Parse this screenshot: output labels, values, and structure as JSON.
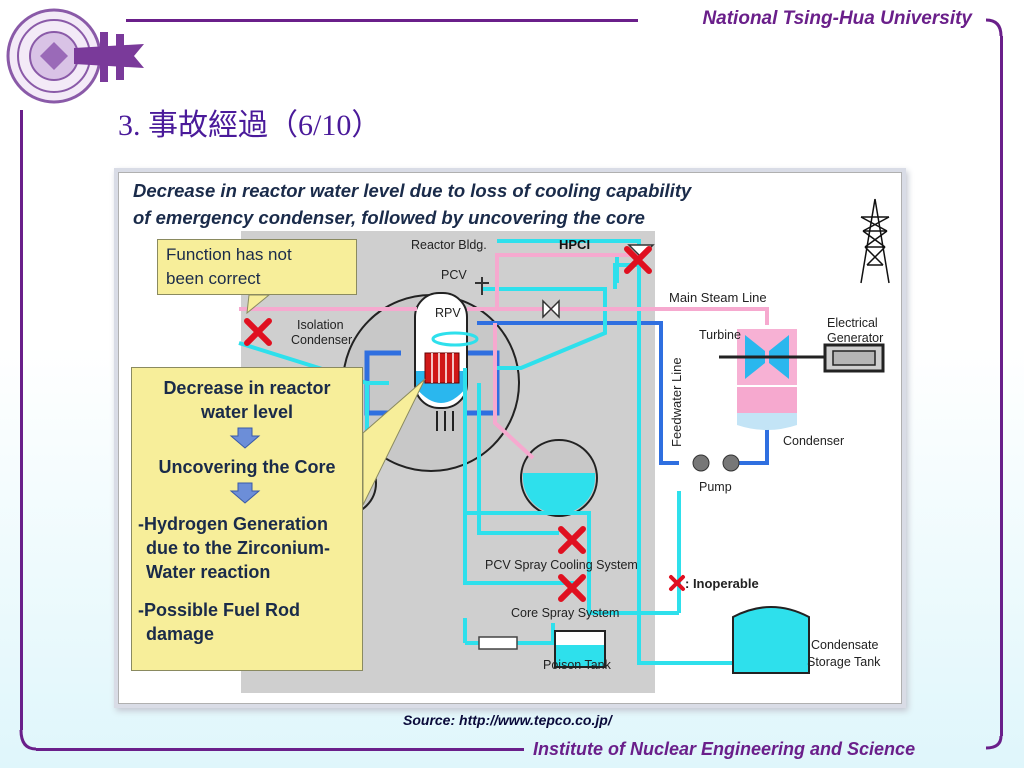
{
  "header": {
    "university": "National Tsing-Hua University",
    "title": "3. 事故經過（6/10）"
  },
  "footer": {
    "source": "Source: http://www.tepco.co.jp/",
    "institute": "Institute of Nuclear Engineering and Science"
  },
  "figure": {
    "heading_line1": "Decrease in reactor water level due to loss of cooling capability",
    "heading_line2": "of emergency condenser, followed by uncovering the core",
    "callout_function_line1": "Function has not",
    "callout_function_line2": "been correct",
    "sequence": {
      "step1_line1": "Decrease in reactor",
      "step1_line2": "water level",
      "step2": "Uncovering the Core",
      "step3_line1": "-Hydrogen Generation",
      "step3_line2": "due to the Zirconium-",
      "step3_line3": "Water reaction",
      "step4_line1": "-Possible Fuel Rod",
      "step4_line2": "damage"
    },
    "labels": {
      "reactor_bldg": "Reactor Bldg.",
      "hpci": "HPCI",
      "pcv": "PCV",
      "rpv": "RPV",
      "isolation_condenser_line1": "Isolation",
      "isolation_condenser_line2": "Condenser",
      "main_steam_line": "Main Steam Line",
      "turbine": "Turbine",
      "electrical_generator_line1": "Electrical",
      "electrical_generator_line2": "Generator",
      "feedwater_line": "Feedwater Line",
      "condenser": "Condenser",
      "pump": "Pump",
      "pcv_spray": "PCV Spray Cooling System",
      "inoperable": ": Inoperable",
      "core_spray": "Core Spray System",
      "poison_tank": "Poison Tank",
      "condensate_line1": "Condensate",
      "condensate_line2": "Storage Tank"
    }
  },
  "colors": {
    "accent": "#6a1f8a",
    "title": "#4a1a9a",
    "callout": "#f7ee9a",
    "pipe_cyan": "#2ee0ec",
    "pipe_pink": "#f6a9cf",
    "pipe_blue": "#2f6fe0",
    "inoperable": "#e01020"
  }
}
